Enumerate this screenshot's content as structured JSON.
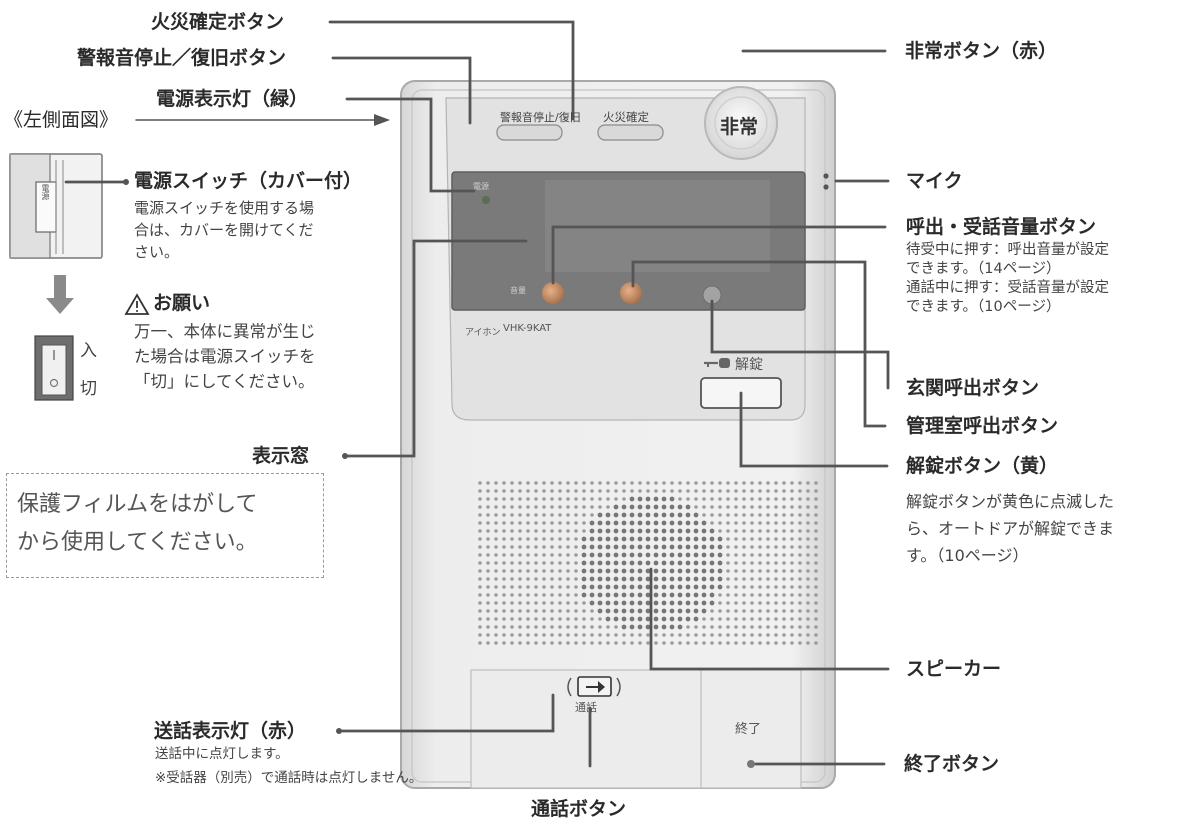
{
  "labels": {
    "fire_confirm": "火災確定ボタン",
    "alarm_stop": "警報音停止／復旧ボタン",
    "power_lamp": "電源表示灯（緑）",
    "left_side_view": "《左側面図》",
    "power_switch": "電源スイッチ（カバー付）",
    "display_window": "表示窓",
    "send_lamp": "送話表示灯（赤）",
    "talk_button": "通話ボタン",
    "emergency_button": "非常ボタン（赤）",
    "mic": "マイク",
    "volume_button": "呼出・受話音量ボタン",
    "entrance_call": "玄関呼出ボタン",
    "office_call": "管理室呼出ボタン",
    "unlock_button": "解錠ボタン（黄）",
    "speaker": "スピーカー",
    "end_button": "終了ボタン"
  },
  "descriptions": {
    "power_switch_line1": "電源スイッチを使用する場",
    "power_switch_line2": "合は、カバーを開けてくだ",
    "power_switch_line3": "さい。",
    "request_title": "お願い",
    "request_line1": "万一、本体に異常が生じ",
    "request_line2": "た場合は電源スイッチを",
    "request_line3": "「切」にしてください。",
    "switch_on": "入",
    "switch_off": "切",
    "film_line1": "保護フィルムをはがして",
    "film_line2": "から使用してください。",
    "volume_line1": "待受中に押す：呼出音量が設定",
    "volume_line2": "できます。（14ページ）",
    "volume_line3": "通話中に押す：受話音量が設定",
    "volume_line4": "できます。（10ページ）",
    "unlock_line1": "解錠ボタンが黄色に点滅した",
    "unlock_line2": "ら、オートドアが解錠できま",
    "unlock_line3": "す。（10ページ）",
    "send_lamp_line1": "送話中に点灯します。",
    "send_lamp_line2": "※受話器（別売）で通話時は点灯しません。"
  },
  "device": {
    "alarm_stop_label": "警報音停止/復旧",
    "fire_confirm_label": "火災確定",
    "emergency_label": "非常",
    "power_label": "電源",
    "volume_label": "音量",
    "brand": "アイホン",
    "model": "VHK-9KAT",
    "unlock_label": "解錠",
    "talk_label": "通話",
    "end_label": "終了",
    "side_switch_label": "電源"
  },
  "colors": {
    "lead_line": "#555555",
    "device_body": "#e9e9e9",
    "display_panel": "#787878",
    "emergency_ring": "#e8e8e8",
    "volume_button": "#c8926a"
  }
}
